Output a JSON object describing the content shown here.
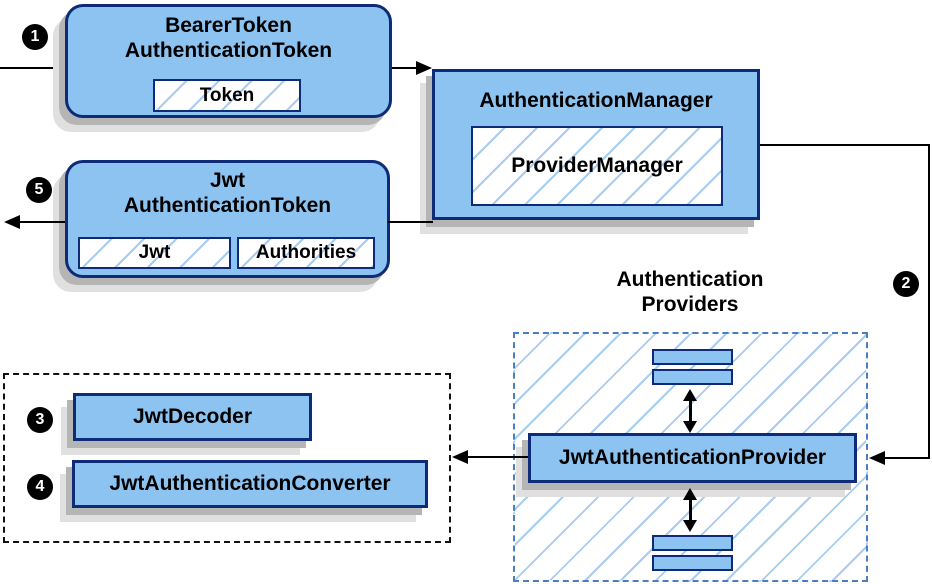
{
  "colors": {
    "node_fill": "#8dc3f1",
    "node_border": "#0d2b76",
    "hatch_line": "#a8ccf0",
    "group_border": "#4a7ec0",
    "black_dash": "#111111",
    "connector": "#000000",
    "shadow_dark": "#b5b5b5",
    "shadow_light": "#e0e0e0",
    "text": "#000000"
  },
  "badges": {
    "step1": "1",
    "step2": "2",
    "step3": "3",
    "step4": "4",
    "step5": "5"
  },
  "nodes": {
    "bearer_token": {
      "line1": "BearerToken",
      "line2": "AuthenticationToken",
      "chip": "Token"
    },
    "authentication_manager": {
      "title": "AuthenticationManager",
      "chip": "ProviderManager"
    },
    "jwt_authentication_token": {
      "line1": "Jwt",
      "line2": "AuthenticationToken",
      "chip1": "Jwt",
      "chip2": "Authorities"
    },
    "authentication_providers": {
      "line1": "Authentication",
      "line2": "Providers"
    },
    "jwt_authentication_provider": {
      "title": "JwtAuthenticationProvider"
    },
    "jwt_decoder": {
      "title": "JwtDecoder"
    },
    "jwt_authentication_converter": {
      "title": "JwtAuthenticationConverter"
    }
  }
}
